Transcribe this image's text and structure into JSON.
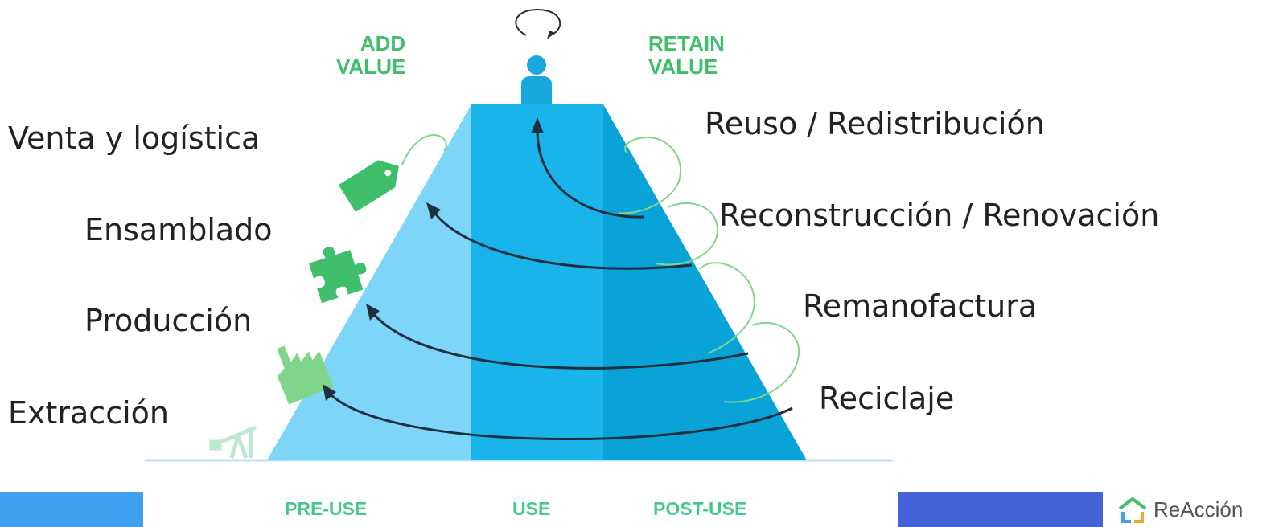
{
  "headings": {
    "add_value": "ADD\nVALUE",
    "retain_value": "RETAIN\nVALUE"
  },
  "stages": {
    "pre_use": "PRE-USE",
    "use": "USE",
    "post_use": "POST-USE"
  },
  "add_value_steps": {
    "sales": "Venta y logística",
    "assembly": "Ensamblado",
    "production": "Producción",
    "extraction": "Extracción"
  },
  "retain_value_steps": {
    "reuse": "Reuso / Redistribución",
    "refurbish": "Reconstrucción / Renovación",
    "remanufacture": "Remanofactura",
    "recycle": "Reciclaje"
  },
  "brand": {
    "name": "ReAcción"
  },
  "colors": {
    "pre_use_face": "#7dd6f7",
    "use_face": "#19b5ea",
    "post_use_face": "#0aa3d8",
    "green": "#3fbf6b",
    "loop_green": "#7fd68a",
    "arrow": "#1f2f3f",
    "band_blue": "#3ea0ee",
    "band_indigo": "#4462d6"
  },
  "icons": [
    "recycle-loop-icon",
    "person-icon",
    "price-tag-icon",
    "puzzle-icon",
    "factory-icon",
    "oil-pump-icon",
    "brand-logo-icon"
  ]
}
